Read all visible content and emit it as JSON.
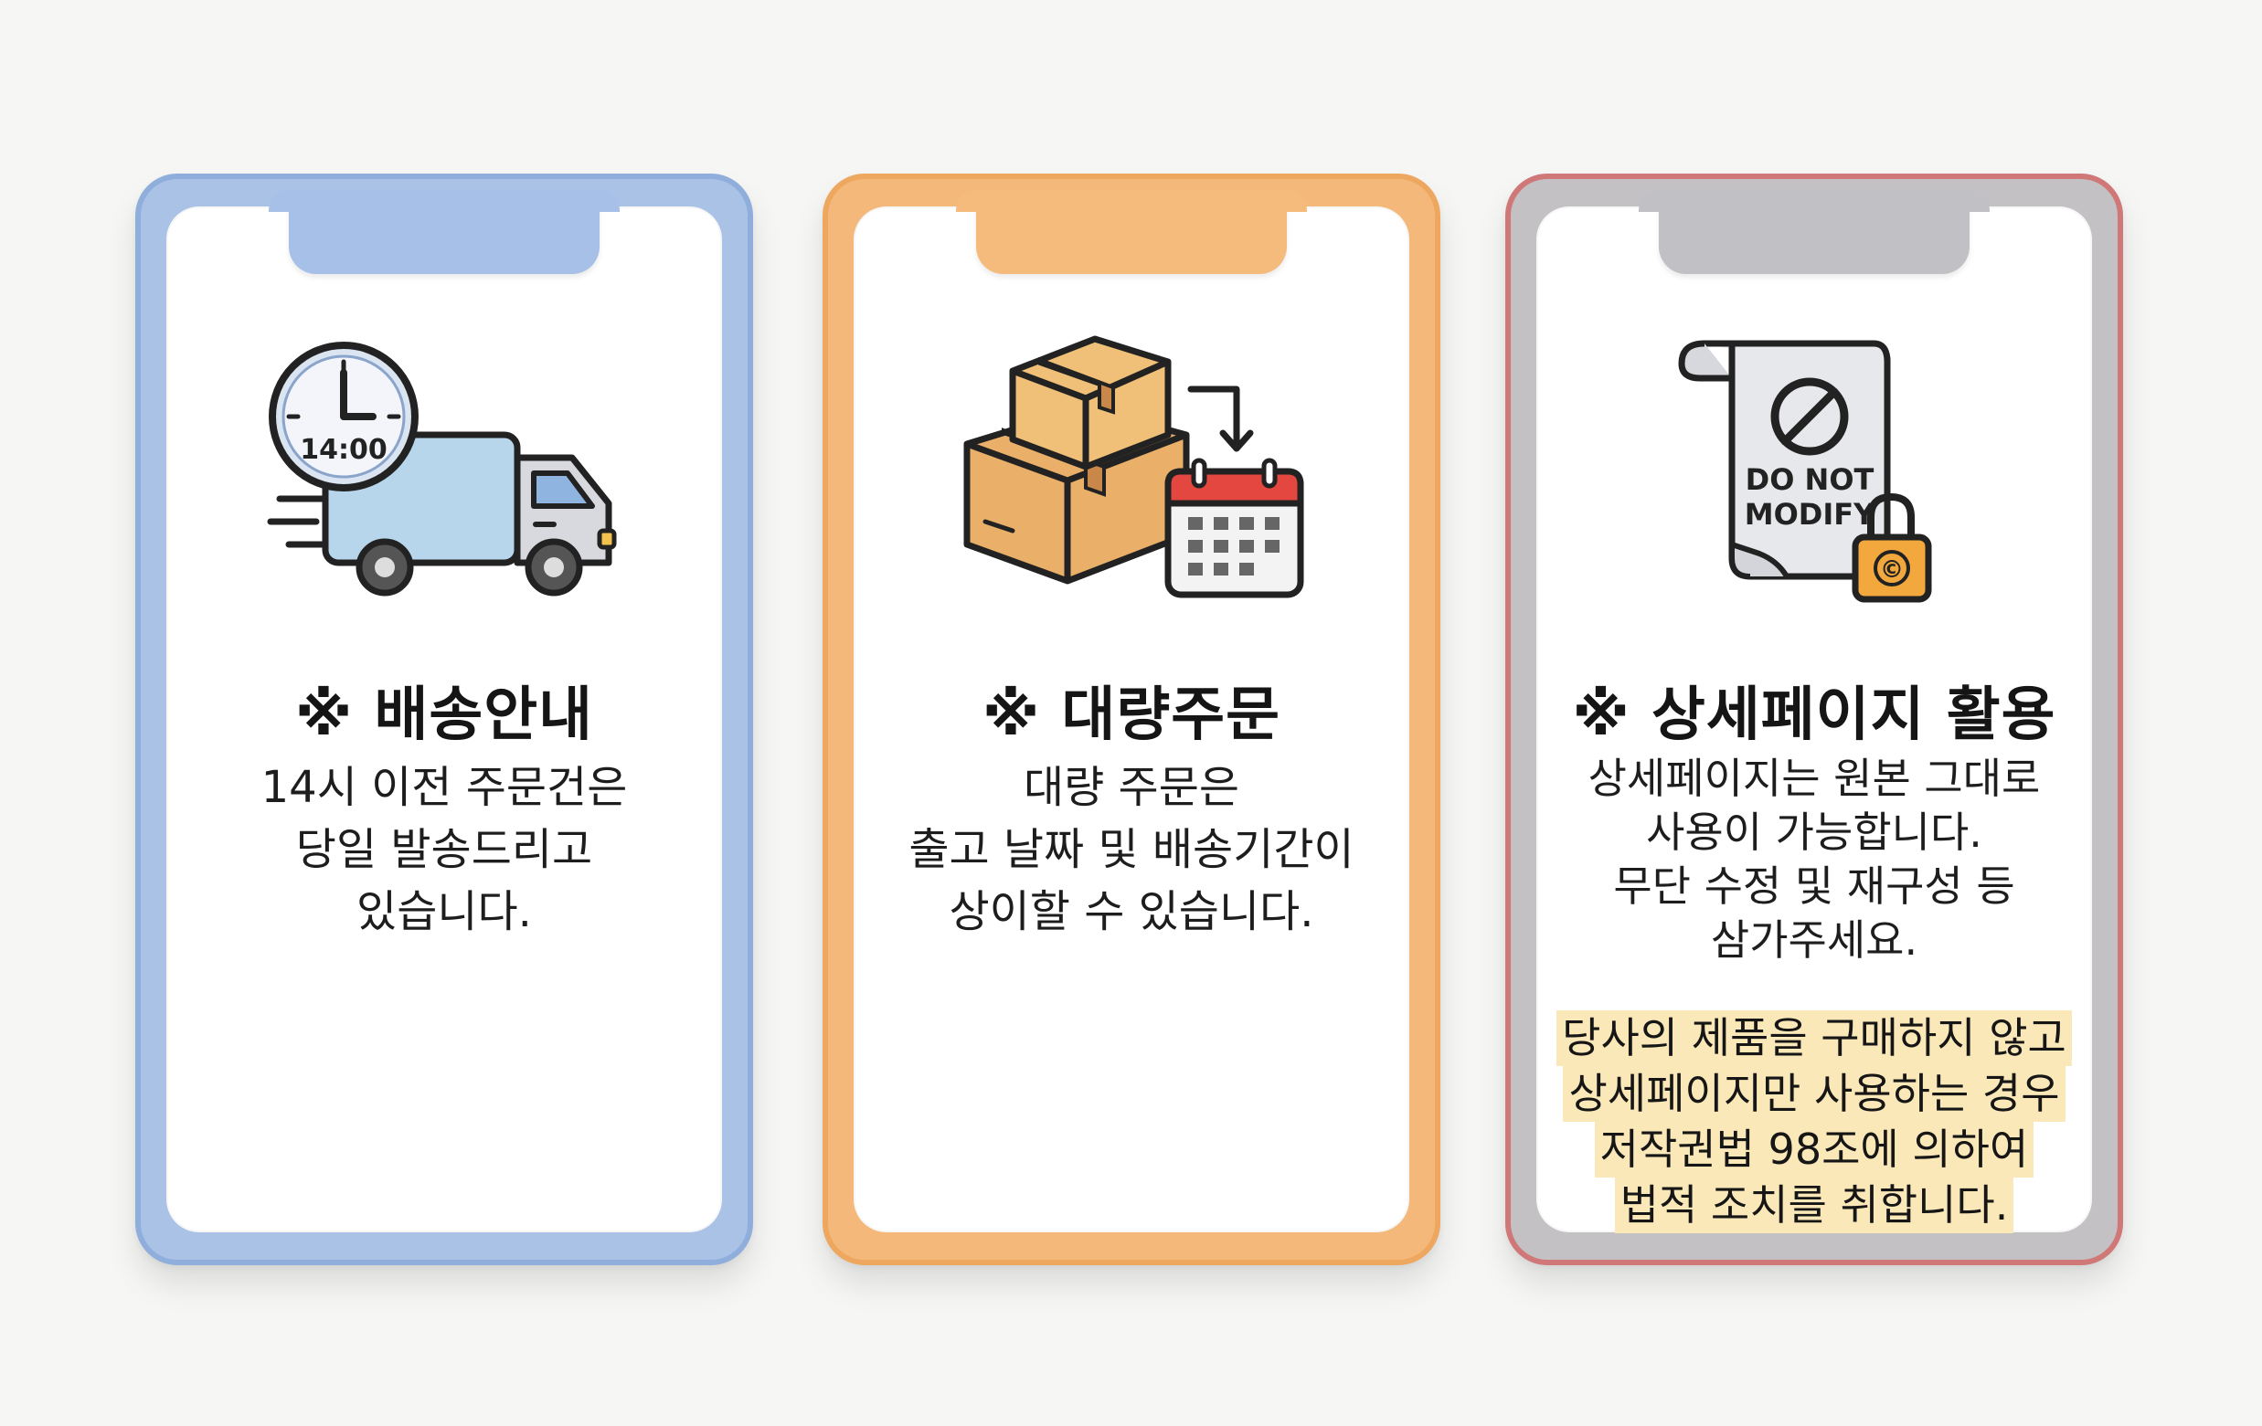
{
  "cards": [
    {
      "title": "※ 배송안내",
      "lines": [
        "14시 이전 주문건은",
        "당일 발송드리고",
        "있습니다."
      ],
      "icon": "delivery-truck-clock-icon",
      "clock_time": "14:00",
      "colors": {
        "frame": "#90aedb",
        "clip": "#a6c0e8"
      }
    },
    {
      "title": "※ 대량주문",
      "lines": [
        "대량 주문은",
        "출고 날짜 및 배송기간이",
        "상이할 수 있습니다."
      ],
      "icon": "boxes-calendar-icon",
      "colors": {
        "frame": "#eea75e",
        "clip": "#f5bb7c"
      }
    },
    {
      "title": "※ 상세페이지 활용",
      "lines": [
        "상세페이지는 원본 그대로",
        "사용이 가능합니다.",
        "무단 수정 및 재구성 등",
        "삼가주세요."
      ],
      "warning_lines": [
        "당사의 제품을 구매하지 않고",
        "상세페이지만 사용하는 경우",
        "저작권법 98조에 의하여",
        "법적 조치를 취합니다."
      ],
      "icon": "document-lock-icon",
      "document_text": [
        "DO NOT",
        "MODIFY"
      ],
      "lock_symbol": "©",
      "colors": {
        "frame": "#d07777",
        "clip": "#c1c0c4",
        "highlight": "#fbe8b8"
      }
    }
  ]
}
